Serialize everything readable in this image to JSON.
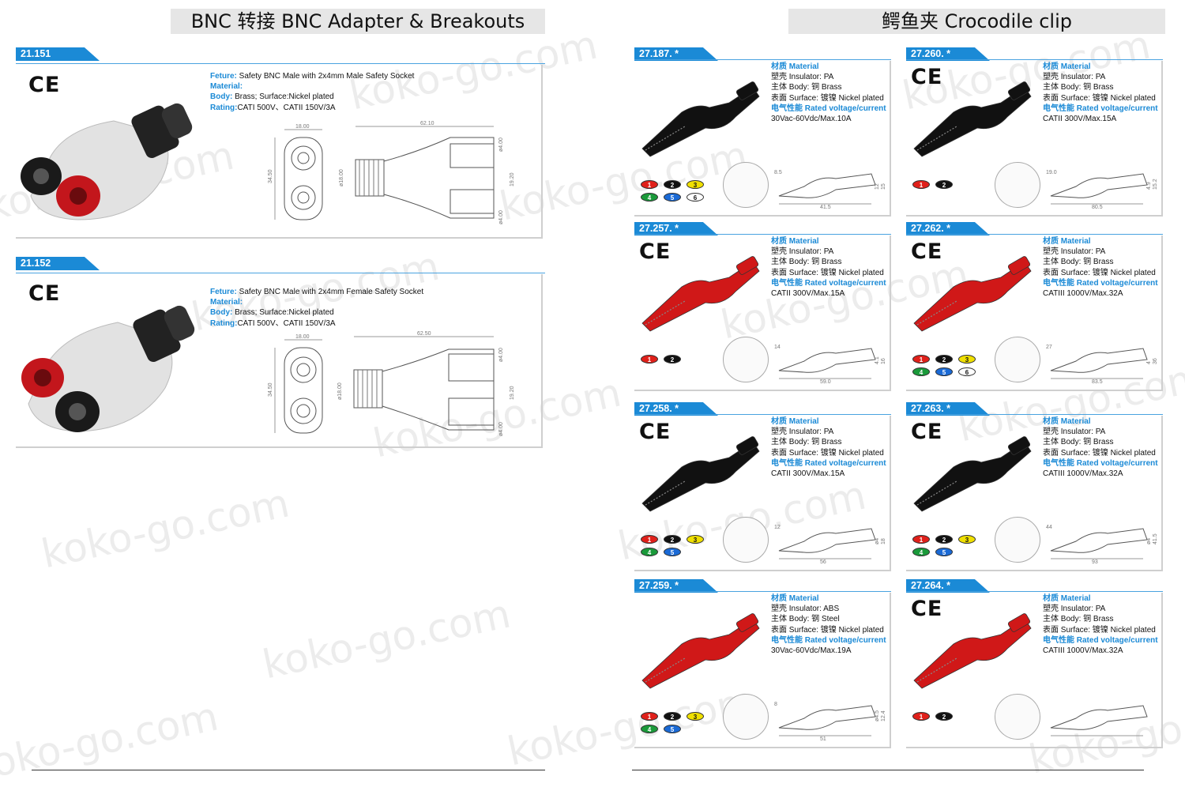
{
  "left": {
    "title": "BNC 转接 BNC Adapter & Breakouts",
    "products": [
      {
        "code": "21.151",
        "ce": "CE",
        "feature_label": "Feture:",
        "feature": " Safety BNC Male with 2x4mm Male Safety Socket",
        "material_label": "Material:",
        "body_label": "Body:",
        "body": " Brass; Surface:Nickel plated",
        "rating_label": "Rating:",
        "rating": "CATI 500V、CATII 150V/3A",
        "dims": {
          "w": "18.00",
          "h": "34.50",
          "d": "ø18.00",
          "l": "62.10",
          "p1": "ø4.00",
          "p2": "19.20",
          "p3": "ø4.00"
        }
      },
      {
        "code": "21.152",
        "ce": "CE",
        "feature_label": "Feture:",
        "feature": " Safety BNC Male with 2x4mm Female Safety Socket",
        "material_label": "Material:",
        "body_label": "Body:",
        "body": " Brass; Surface:Nickel plated",
        "rating_label": "Rating:",
        "rating": "CATI 500V、CATII 150V/3A",
        "dims": {
          "w": "18.00",
          "h": "34.50",
          "d": "ø18.00",
          "l": "62.50",
          "p1": "ø4.00",
          "p2": "19.20",
          "p3": "ø4.00"
        }
      }
    ]
  },
  "right": {
    "title": "鳄鱼夹 Crocodile clip",
    "products": [
      {
        "code": "27.187. *",
        "ce": "",
        "material": "材质 Material",
        "insulator": "塑壳 Insulator: PA",
        "body": "主体 Body:      铜 Brass",
        "surface": "表面 Surface:   镀镍 Nickel plated",
        "rated": "电气性能 Rated voltage/current",
        "rating": "30Vac-60Vdc/Max.10A",
        "color": "#111111",
        "dots": [
          "1",
          "2",
          "3",
          "4",
          "5",
          "6"
        ],
        "dim_a": "8.5",
        "dim_b": "41.5",
        "dim_c": "12",
        "dim_d": "15"
      },
      {
        "code": "27.260. *",
        "ce": "CE",
        "material": "材质 Material",
        "insulator": "塑壳 Insulator: PA",
        "body": "主体 Body:      铜 Brass",
        "surface": "表面 Surface:  镀镍 Nickel plated",
        "rated": "电气性能 Rated voltage/current",
        "rating": "CATII 300V/Max.15A",
        "color": "#111111",
        "dots": [
          "1",
          "2"
        ],
        "dim_a": "19.0",
        "dim_b": "80.5",
        "dim_c": "4.9",
        "dim_d": "15.2"
      },
      {
        "code": "27.257. *",
        "ce": "CE",
        "material": "材质 Material",
        "insulator": "塑壳 Insulator: PA",
        "body": "主体 Body:      铜 Brass",
        "surface": "表面 Surface:    镀镍 Nickel plated",
        "rated": "电气性能 Rated voltage/current",
        "rating": "CATII 300V/Max.15A",
        "color": "#d01818",
        "dots": [
          "1",
          "2"
        ],
        "dim_a": "14",
        "dim_b": "59.0",
        "dim_c": "4.1",
        "dim_d": "16"
      },
      {
        "code": "27.262. *",
        "ce": "CE",
        "material": "材质 Material",
        "insulator": "塑壳 Insulator: PA",
        "body": "主体 Body:      铜 Brass",
        "surface": "表面 Surface:  镀镍 Nickel plated",
        "rated": "电气性能 Rated voltage/current",
        "rating": "CATIII 1000V/Max.32A",
        "color": "#d01818",
        "dots": [
          "1",
          "2",
          "3",
          "4",
          "5",
          "6"
        ],
        "dim_a": "27",
        "dim_b": "83.5",
        "dim_c": "4",
        "dim_d": "36"
      },
      {
        "code": "27.258. *",
        "ce": "CE",
        "material": "材质 Material",
        "insulator": "塑壳 Insulator: PA",
        "body": "主体 Body:      铜 Brass",
        "surface": "表面 Surface: 镀镍 Nickel plated",
        "rated": "电气性能 Rated voltage/current",
        "rating": "CATII 300V/Max.15A",
        "color": "#111111",
        "dots": [
          "1",
          "2",
          "3",
          "4",
          "5"
        ],
        "dim_a": "12",
        "dim_b": "56",
        "dim_c": "ø4",
        "dim_d": "18"
      },
      {
        "code": "27.263. *",
        "ce": "CE",
        "material": "材质 Material",
        "insulator": "塑壳 Insulator: PA",
        "body": "主体 Body:      铜 Brass",
        "surface": "表面 Surface:  镀镍 Nickel plated",
        "rated": "电气性能 Rated voltage/current",
        "rating": "CATIII 1000V/Max.32A",
        "color": "#111111",
        "dots": [
          "1",
          "2",
          "3",
          "4",
          "5"
        ],
        "dim_a": "44",
        "dim_b": "93",
        "dim_c": "ø4",
        "dim_d": "41.5"
      },
      {
        "code": "27.259. *",
        "ce": "",
        "material": "材质 Material",
        "insulator": "塑壳 Insulator: ABS",
        "body": "主体 Body:      钢 Steel",
        "surface": "表面 Surface:   镀镍 Nickel plated",
        "rated": "电气性能 Rated voltage/current",
        "rating": "30Vac-60Vdc/Max.19A",
        "color": "#d01818",
        "dots": [
          "1",
          "2",
          "3",
          "4",
          "5"
        ],
        "dim_a": "8",
        "dim_b": "51",
        "dim_c": "ø4.5",
        "dim_d": "12.4"
      },
      {
        "code": "27.264. *",
        "ce": "CE",
        "material": "材质 Material",
        "insulator": "塑壳 Insulator: PA",
        "body": "主体 Body:      铜 Brass",
        "surface": "表面 Surface:  镀镍 Nickel plated",
        "rated": "电气性能 Rated voltage/current",
        "rating": "CATIII 1000V/Max.32A",
        "color": "#d01818",
        "dots": [
          "1",
          "2"
        ],
        "dim_a": "",
        "dim_b": "",
        "dim_c": "",
        "dim_d": ""
      }
    ]
  },
  "colors": {
    "1": "#e0201a",
    "2": "#111111",
    "3": "#f0e000",
    "4": "#1a9a3a",
    "5": "#1a6ad6",
    "6": "#ffffff"
  },
  "watermark": "koko-go.com"
}
